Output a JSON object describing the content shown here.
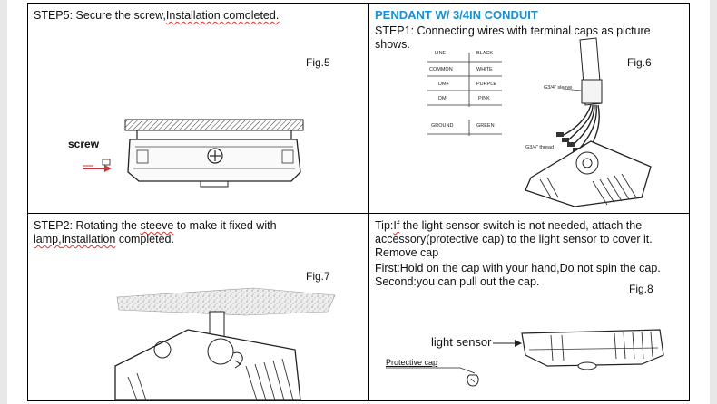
{
  "step5": {
    "label": "STEP5",
    "text_a": ": Secure the screw,",
    "text_b": "Installation comoleted.",
    "fig": "Fig.5",
    "screw_label": "screw"
  },
  "pendant": {
    "header": "PENDANT W/ 3/4IN CONDUIT",
    "step_label": "STEP1",
    "text_line1": ": Connecting wires with terminal caps as picture",
    "text_line2": "shows.",
    "fig": "Fig.6",
    "wires": [
      {
        "left": "LINE",
        "right": "BLACK"
      },
      {
        "left": "COMMON",
        "right": "WHITE"
      },
      {
        "left": "DM+",
        "right": "PURPLE"
      },
      {
        "left": "DM-",
        "right": "PINK"
      },
      {
        "left": "GROUND",
        "right": "GREEN"
      }
    ],
    "sleeve_label": "G3/4\" sleeve",
    "thread_label": "G3/4\" thread"
  },
  "step2": {
    "label": "STEP2",
    "text_a": ": Rotating the ",
    "steeve": "steeve",
    "text_b": " to make it fixed with",
    "line2_a": "lamp,",
    "line2_b": "Installation",
    "line2_c": " completed.",
    "fig": "Fig.7"
  },
  "tip": {
    "line1_a": "Tip:",
    "line1_b": "If",
    "line1_c": " the light sensor switch is not needed, attach the",
    "line2": "accessory(protective cap) to the light sensor to cover it.",
    "line3": "Remove cap",
    "line4": "First:Hold on the cap with your hand,Do not spin the cap.",
    "line5": "Second:you can pull out the cap.",
    "fig": "Fig.8",
    "sensor_label": "light sensor",
    "cap_label": "Protective cap"
  }
}
